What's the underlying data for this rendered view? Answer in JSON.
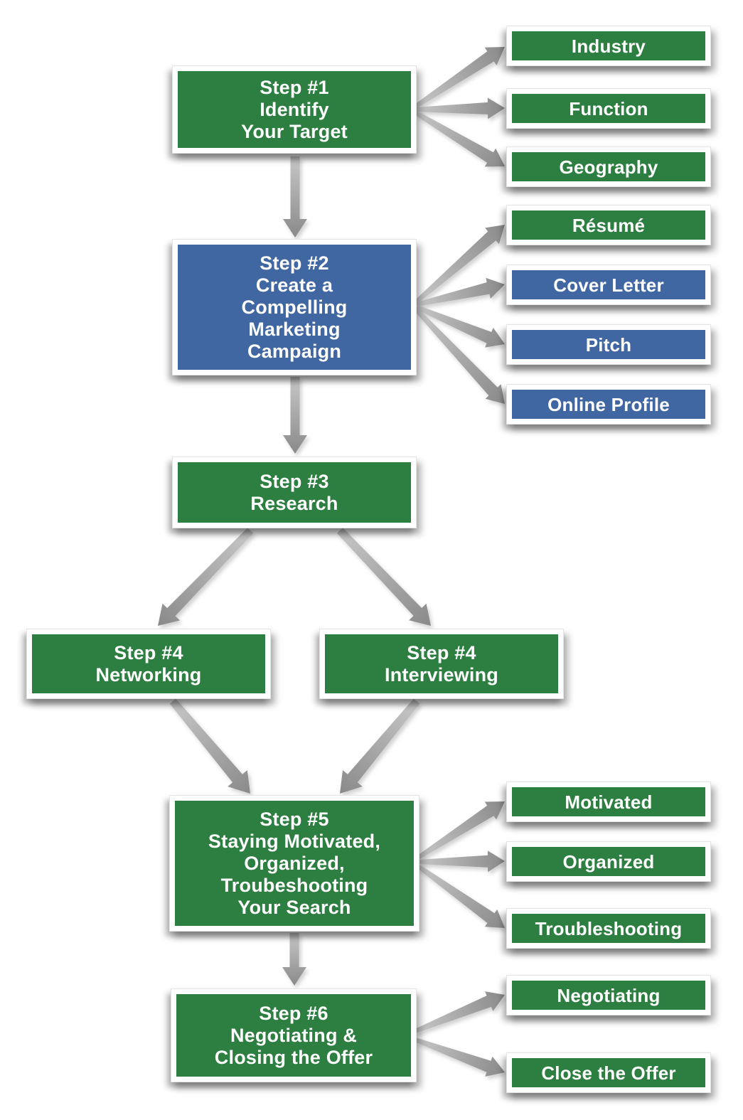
{
  "diagram": {
    "colors": {
      "green": "#2d7e41",
      "blue": "#4167a3",
      "label_text": "#ffffff",
      "frame": "#ffffff",
      "arrow_light": "#c7c7c7",
      "arrow_dark": "#8a8a8a"
    },
    "steps": {
      "step1": {
        "label": "Step #1\nIdentify\nYour Target",
        "color": "green"
      },
      "step2": {
        "label": "Step #2\nCreate a\nCompelling\nMarketing\nCampaign",
        "color": "blue"
      },
      "step3": {
        "label": "Step #3\nResearch",
        "color": "green"
      },
      "step4_networking": {
        "label": "Step #4\nNetworking",
        "color": "green"
      },
      "step4_interviewing": {
        "label": "Step #4\nInterviewing",
        "color": "green"
      },
      "step5": {
        "label": "Step #5\nStaying Motivated,\nOrganized,\nTroubeshooting\nYour Search",
        "color": "green"
      },
      "step6": {
        "label": "Step #6\nNegotiating &\nClosing the Offer",
        "color": "green"
      }
    },
    "branches": {
      "industry": {
        "label": "Industry",
        "color": "green"
      },
      "function": {
        "label": "Function",
        "color": "green"
      },
      "geography": {
        "label": "Geography",
        "color": "green"
      },
      "resume": {
        "label": "Résumé",
        "color": "green"
      },
      "cover_letter": {
        "label": "Cover Letter",
        "color": "blue"
      },
      "pitch": {
        "label": "Pitch",
        "color": "blue"
      },
      "online_profile": {
        "label": "Online Profile",
        "color": "blue"
      },
      "motivated": {
        "label": "Motivated",
        "color": "green"
      },
      "organized": {
        "label": "Organized",
        "color": "green"
      },
      "troubleshooting": {
        "label": "Troubleshooting",
        "color": "green"
      },
      "negotiating": {
        "label": "Negotiating",
        "color": "green"
      },
      "close_the_offer": {
        "label": "Close the Offer",
        "color": "green"
      }
    }
  }
}
